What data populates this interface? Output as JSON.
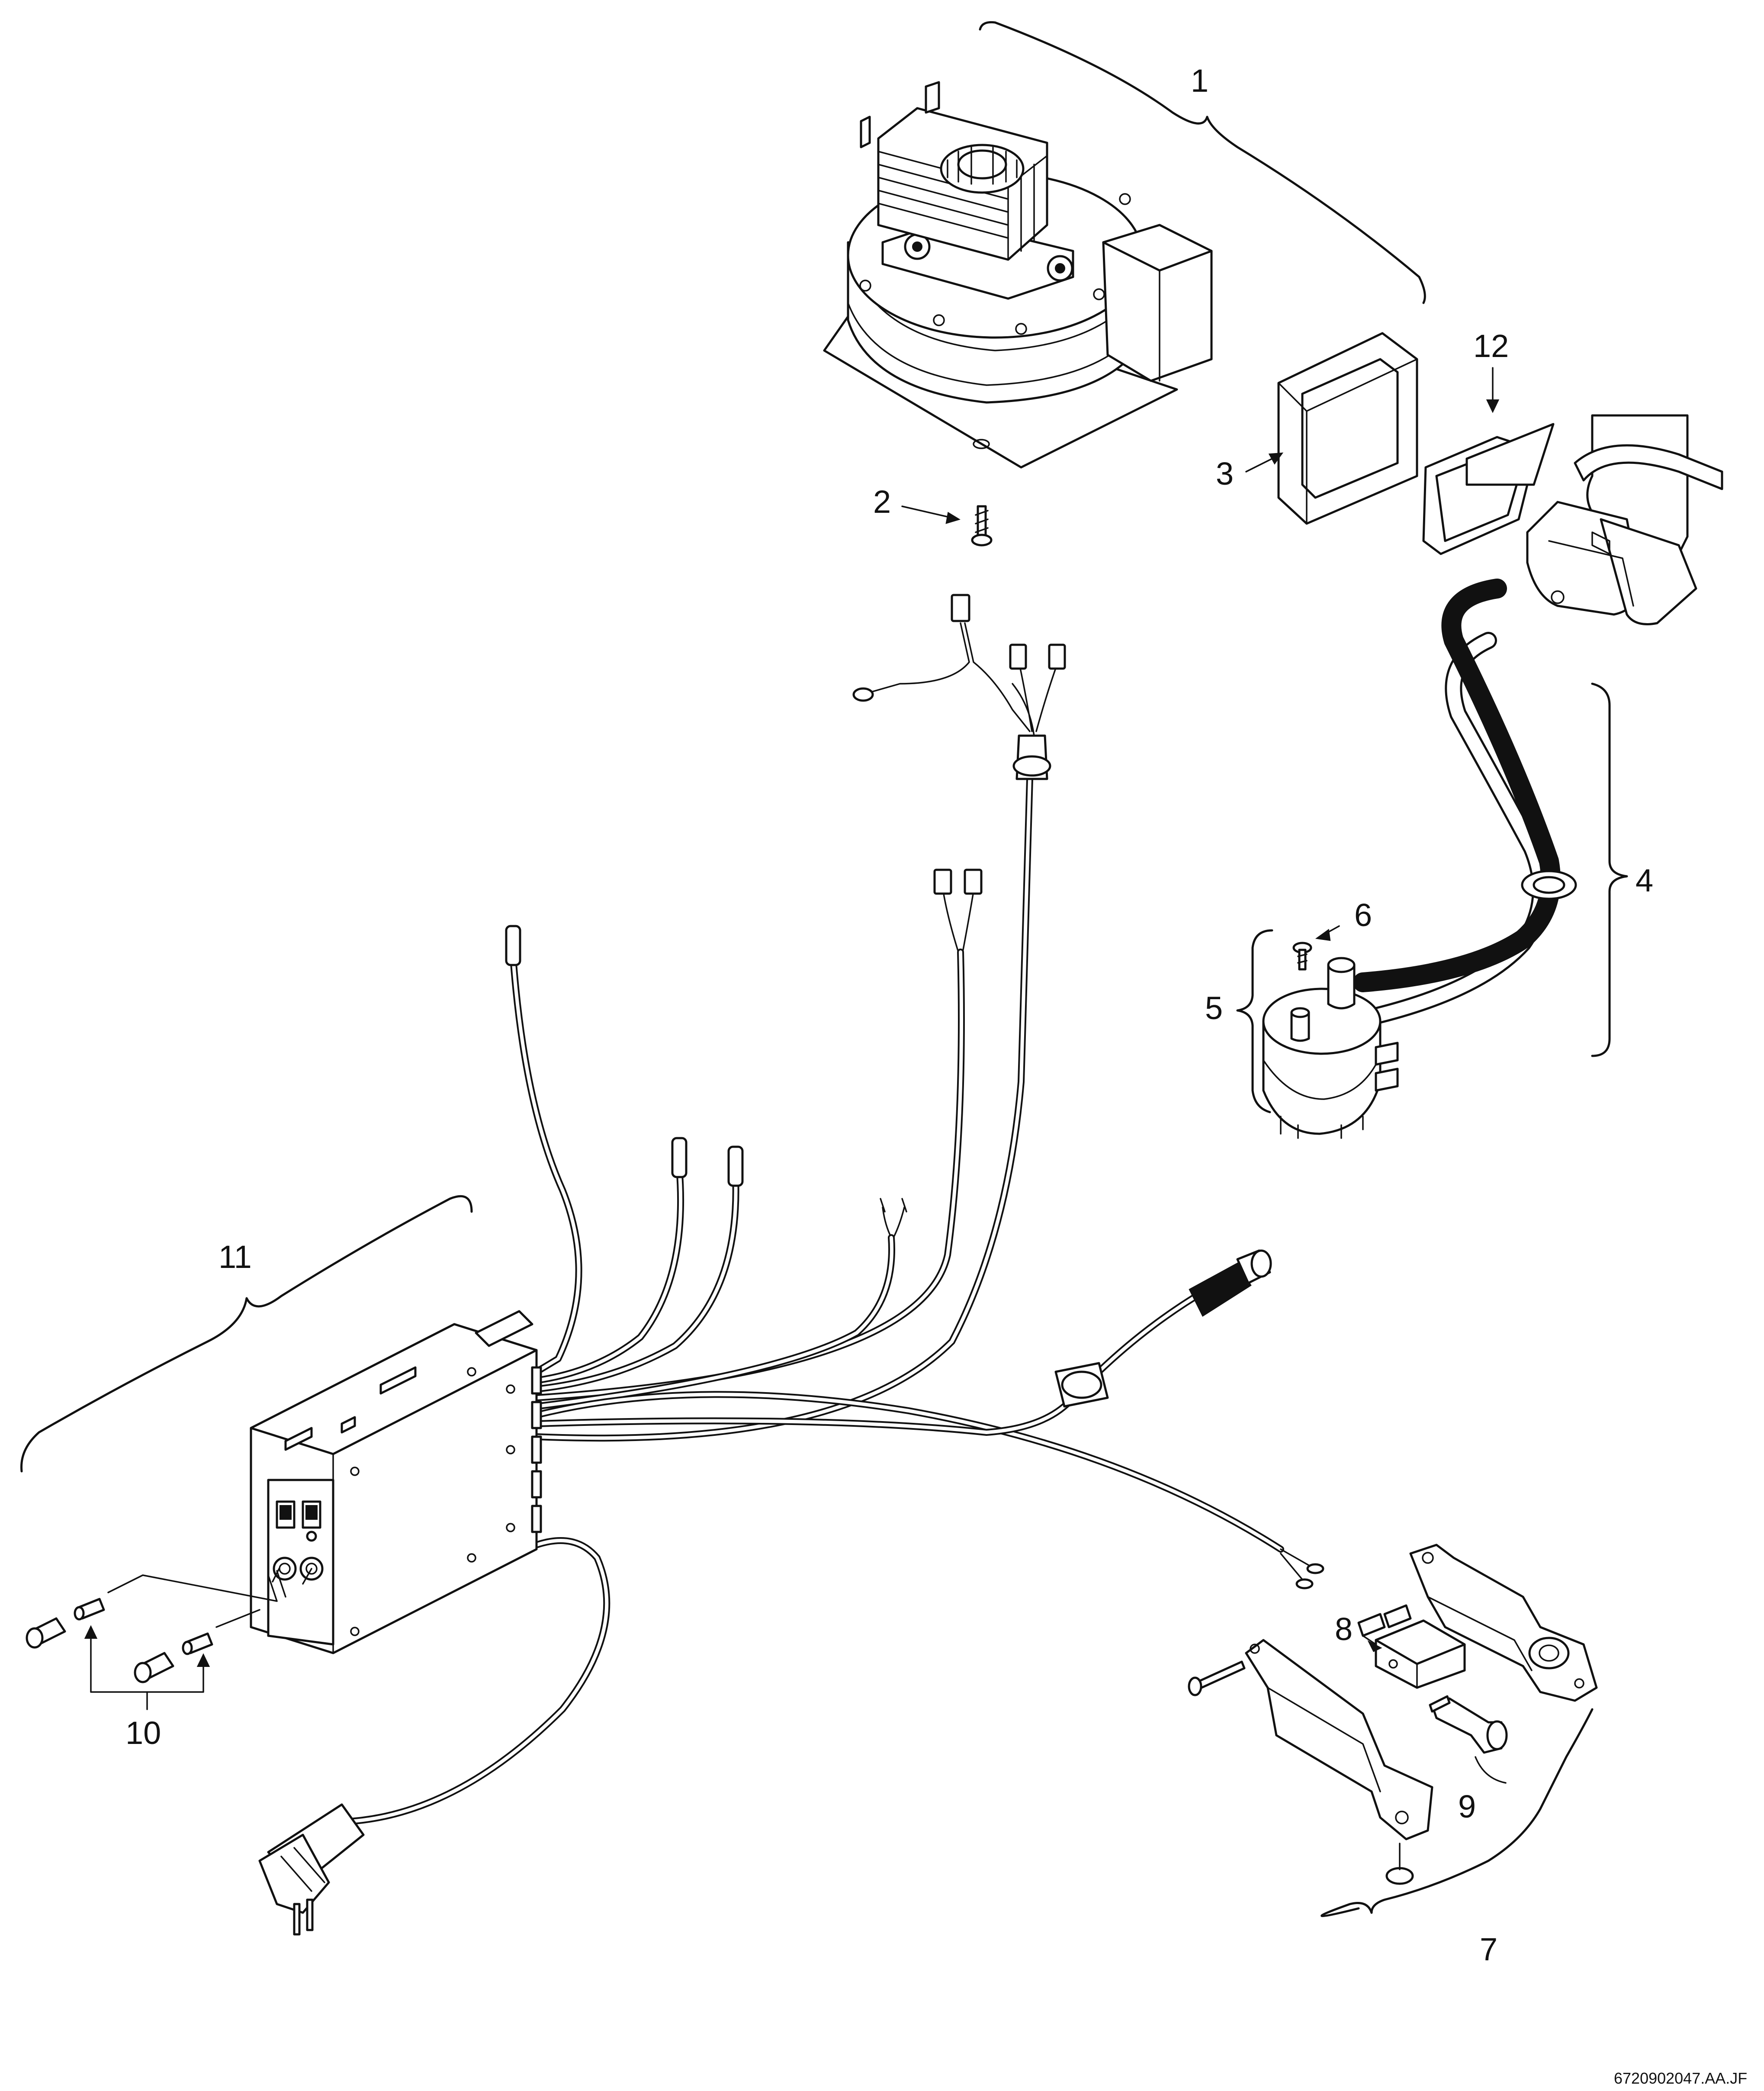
{
  "callouts": {
    "fan": "1",
    "fan_screw": "2",
    "gasket": "3",
    "hoses": "4",
    "pressure_switch": "5",
    "switch_screw": "6",
    "holder_assembly": "7",
    "microswitch": "8",
    "lever": "9",
    "fuses": "10",
    "control_box": "11",
    "flap": "12"
  },
  "document_code": "6720902047.AA.JF"
}
